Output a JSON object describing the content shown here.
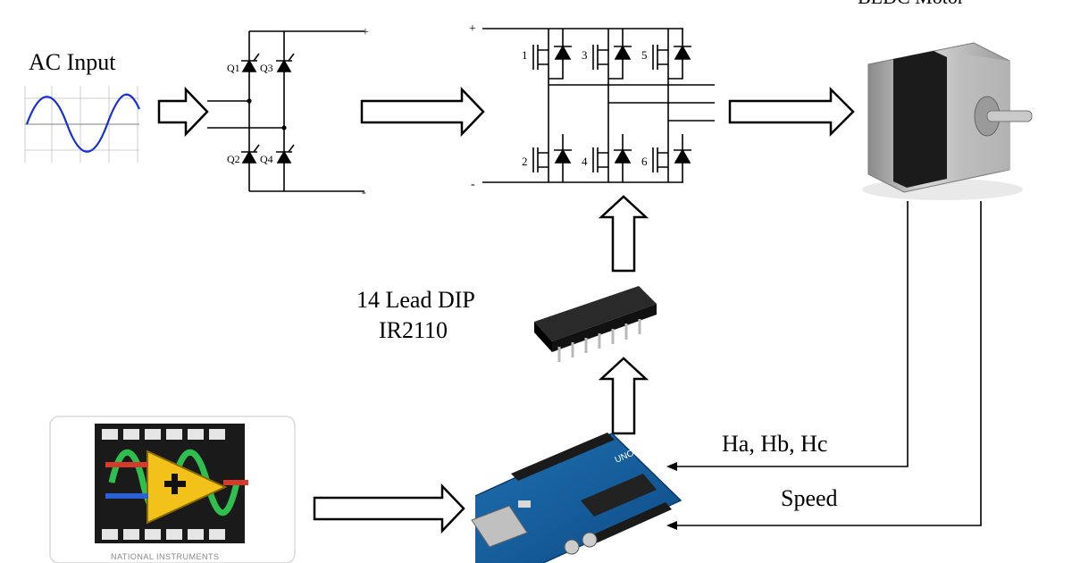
{
  "ac_input": {
    "label": "AC Input"
  },
  "rectifier": {
    "switches": [
      "Q1",
      "Q3",
      "Q2",
      "Q4"
    ],
    "plus": "+",
    "minus": "-"
  },
  "inverter": {
    "switches": [
      "1",
      "3",
      "5",
      "2",
      "4",
      "6"
    ],
    "plus": "+",
    "minus": "-"
  },
  "driver_ic": {
    "line1": "14 Lead DIP",
    "line2": "IR2110"
  },
  "motor": {
    "title": "BLDC Motor"
  },
  "feedback": {
    "hall": "Ha, Hb, Hc",
    "speed": "Speed"
  },
  "labview": {
    "brand": "NATIONAL INSTRUMENTS"
  },
  "arduino": {
    "logo_text": "UNO"
  }
}
